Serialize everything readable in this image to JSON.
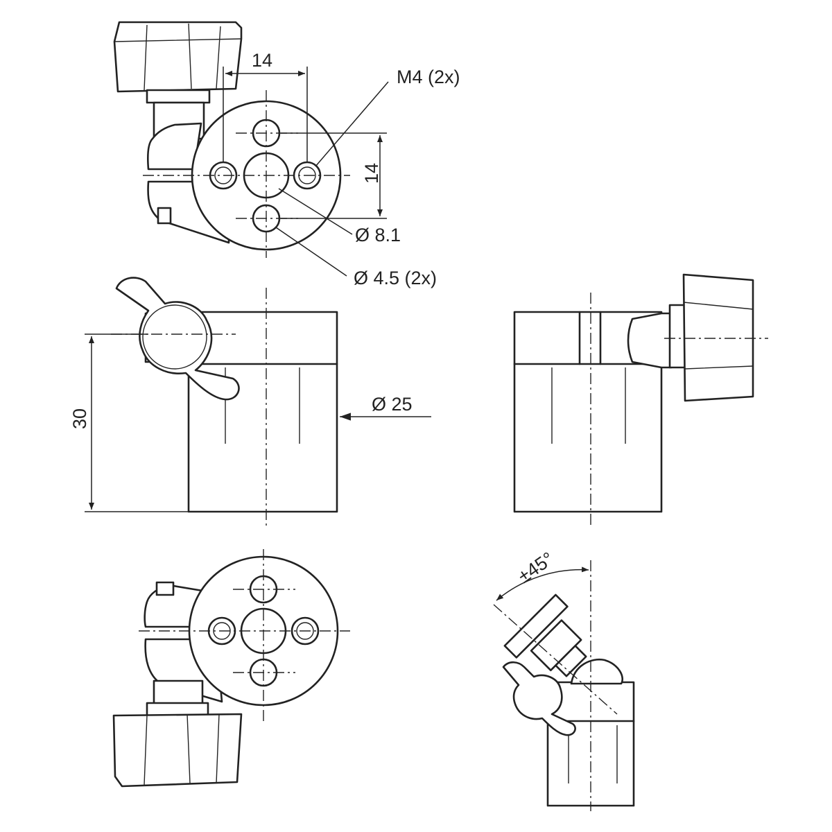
{
  "dimensions": {
    "hole_spacing_horizontal": "14",
    "hole_spacing_vertical": "14",
    "thread": "M4 (2x)",
    "center_bore": "Ø 8.1",
    "through_holes": "Ø 4.5 (2x)",
    "body_diameter": "Ø 25",
    "body_height": "30",
    "swivel_angle": "±45°"
  },
  "colors": {
    "line": "#222222",
    "background": "#ffffff"
  }
}
